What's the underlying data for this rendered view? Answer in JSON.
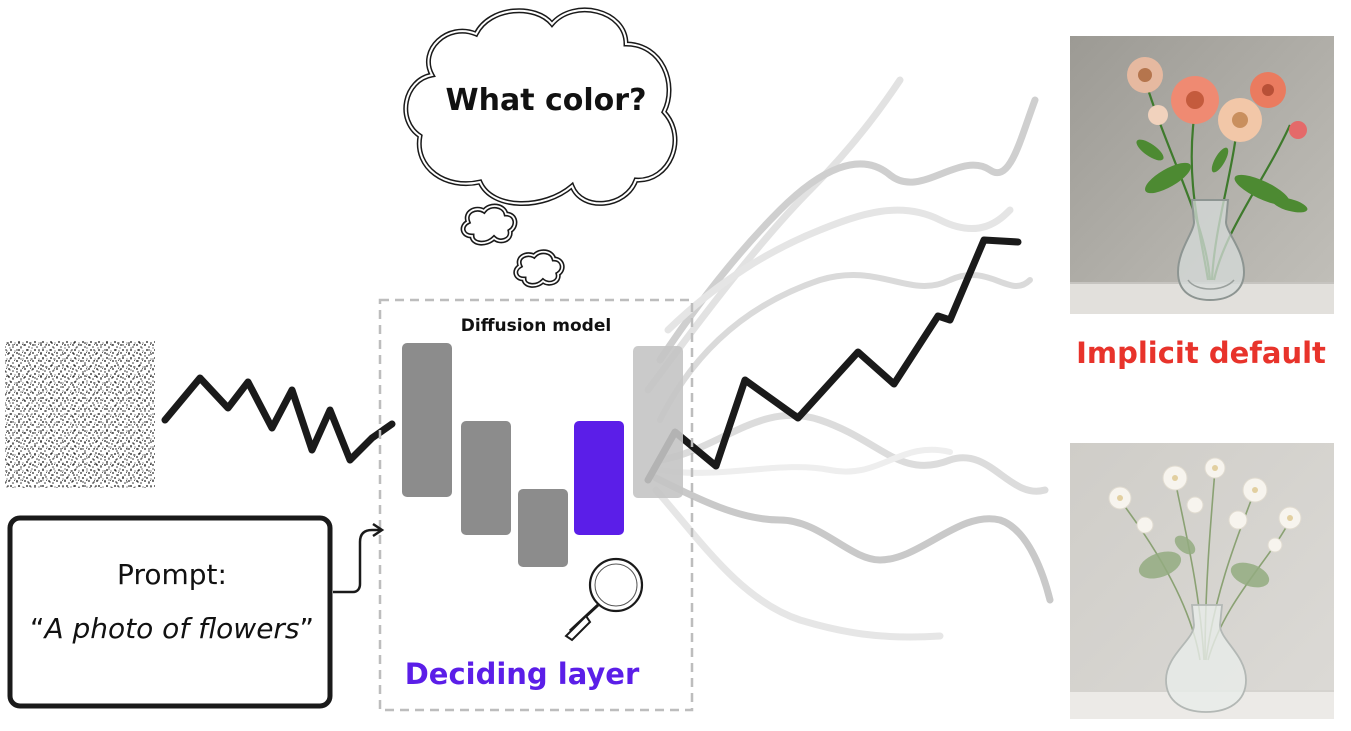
{
  "thought_bubble": {
    "text": "What color?"
  },
  "diffusion_model": {
    "label": "Diffusion model"
  },
  "prompt": {
    "label": "Prompt:",
    "open_quote": "“",
    "text": "A photo of flowers",
    "close_quote": "”"
  },
  "deciding_layer": {
    "label": "Deciding layer"
  },
  "outputs": {
    "top": {
      "caption": "Implicit default"
    }
  },
  "colors": {
    "accent_purple": "#5b1ee8",
    "implicit_default_red": "#e8332b",
    "block_gray": "#8c8c8c",
    "block_light_gray": "#c4c4c4",
    "dashed_border": "#bdbdbd",
    "stroke_black": "#1a1a1a"
  }
}
